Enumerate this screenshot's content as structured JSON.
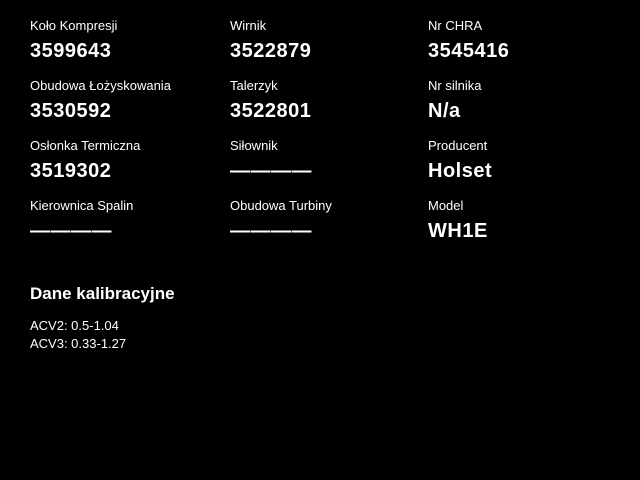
{
  "fields": [
    {
      "label": "Koło Kompresji",
      "value": "3599643"
    },
    {
      "label": "Wirnik",
      "value": "3522879"
    },
    {
      "label": "Nr CHRA",
      "value": "3545416"
    },
    {
      "label": "Obudowa Łożyskowania",
      "value": "3530592"
    },
    {
      "label": "Talerzyk",
      "value": "3522801"
    },
    {
      "label": "Nr silnika",
      "value": "N/a"
    },
    {
      "label": "Osłonka Termiczna",
      "value": "3519302"
    },
    {
      "label": "Siłownik",
      "value": "————"
    },
    {
      "label": "Producent",
      "value": "Holset"
    },
    {
      "label": "Kierownica Spalin",
      "value": "————"
    },
    {
      "label": "Obudowa Turbiny",
      "value": "————"
    },
    {
      "label": "Model",
      "value": "WH1E"
    }
  ],
  "calibration": {
    "title": "Dane kalibracyjne",
    "lines": [
      "ACV2: 0.5-1.04",
      "ACV3: 0.33-1.27"
    ]
  },
  "colors": {
    "background": "#000000",
    "text": "#ffffff"
  }
}
